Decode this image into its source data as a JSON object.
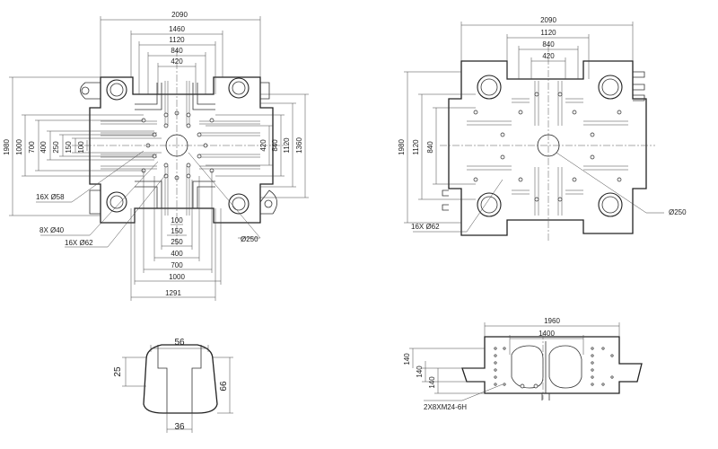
{
  "left_plate": {
    "top_dims": [
      "2090",
      "1460",
      "1120",
      "840",
      "420"
    ],
    "left_dims": [
      "1980",
      "1000",
      "700",
      "400",
      "250",
      "150",
      "100"
    ],
    "right_dims": [
      "420",
      "840",
      "1120",
      "1360"
    ],
    "bottom_dims": [
      "100",
      "150",
      "250",
      "400",
      "700",
      "1000",
      "1291"
    ],
    "callouts": {
      "holes_58": "16X Ø58",
      "holes_40": "8X Ø40",
      "holes_62": "16X Ø62",
      "center_250": "Ø250"
    }
  },
  "right_plate": {
    "top_dims": [
      "2090",
      "1120",
      "840",
      "420"
    ],
    "left_dims": [
      "1980",
      "1120",
      "840"
    ],
    "callouts": {
      "holes_62": "16X Ø62",
      "center_250": "Ø250"
    }
  },
  "t_slot": {
    "dims": {
      "top": "56",
      "left": "25",
      "right": "66",
      "bottom": "36"
    }
  },
  "side_view": {
    "dims": {
      "overall": "1960",
      "inner": "1400",
      "v1": "140",
      "v2": "140",
      "v3": "140"
    },
    "callout": "2X8XM24-6H"
  }
}
